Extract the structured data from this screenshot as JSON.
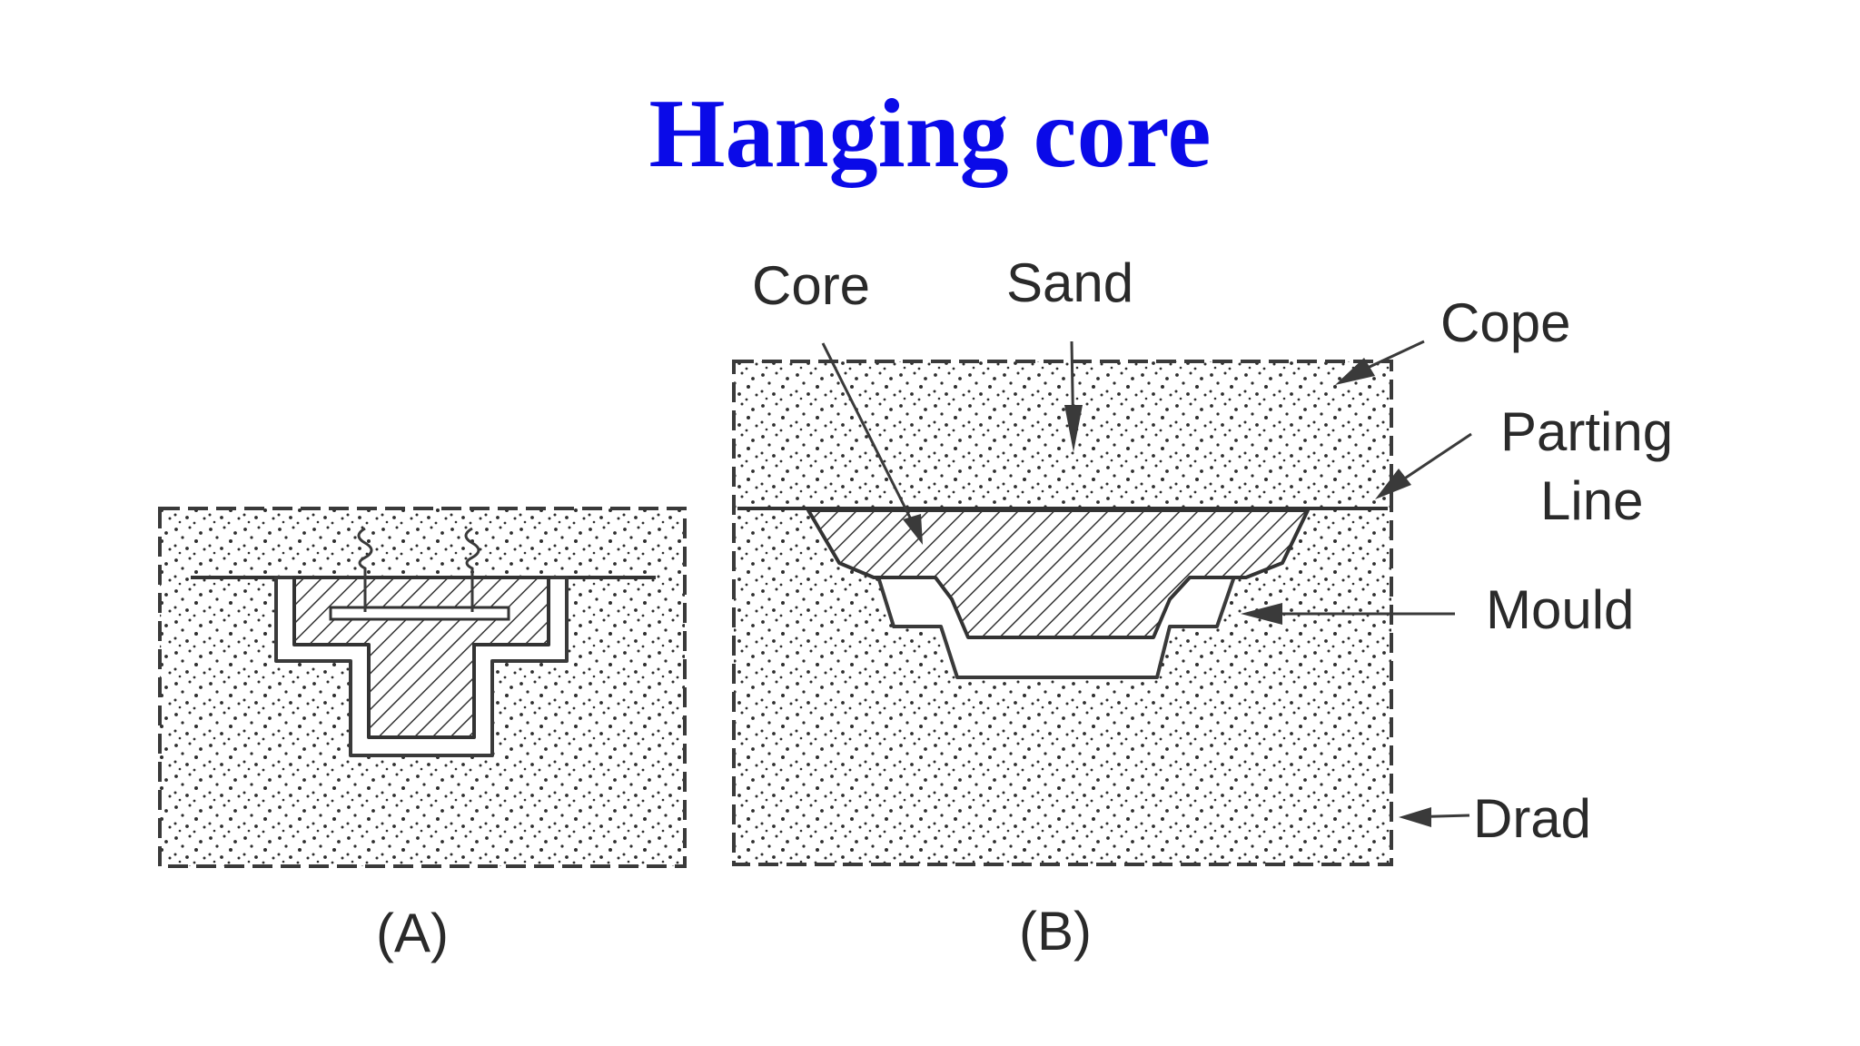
{
  "title": "Hanging core",
  "figure_a": {
    "caption": "(A)"
  },
  "figure_b": {
    "caption": "(B)",
    "labels": {
      "core": "Core",
      "sand": "Sand",
      "cope": "Cope",
      "parting_line_1": "Parting",
      "parting_line_2": "Line",
      "mould": "Mould",
      "drag": "Drad"
    }
  },
  "colors": {
    "title": "#0a0ae8",
    "ink": "#2a2a2a"
  }
}
